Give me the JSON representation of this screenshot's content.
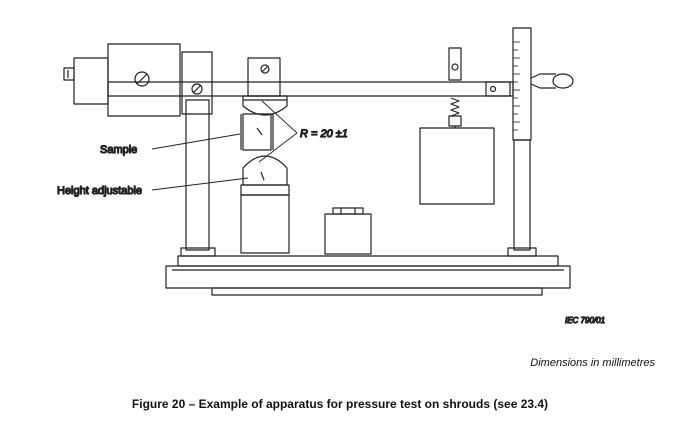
{
  "labels": {
    "sample": "Sample",
    "height_adjustable": "Height adjustable",
    "radius": "R = 20 ±1",
    "reference": "IEC   790/01"
  },
  "dimensions_note": "Dimensions in millimetres",
  "caption": "Figure 20 – Example of apparatus for pressure test on shrouds (see 23.4)"
}
